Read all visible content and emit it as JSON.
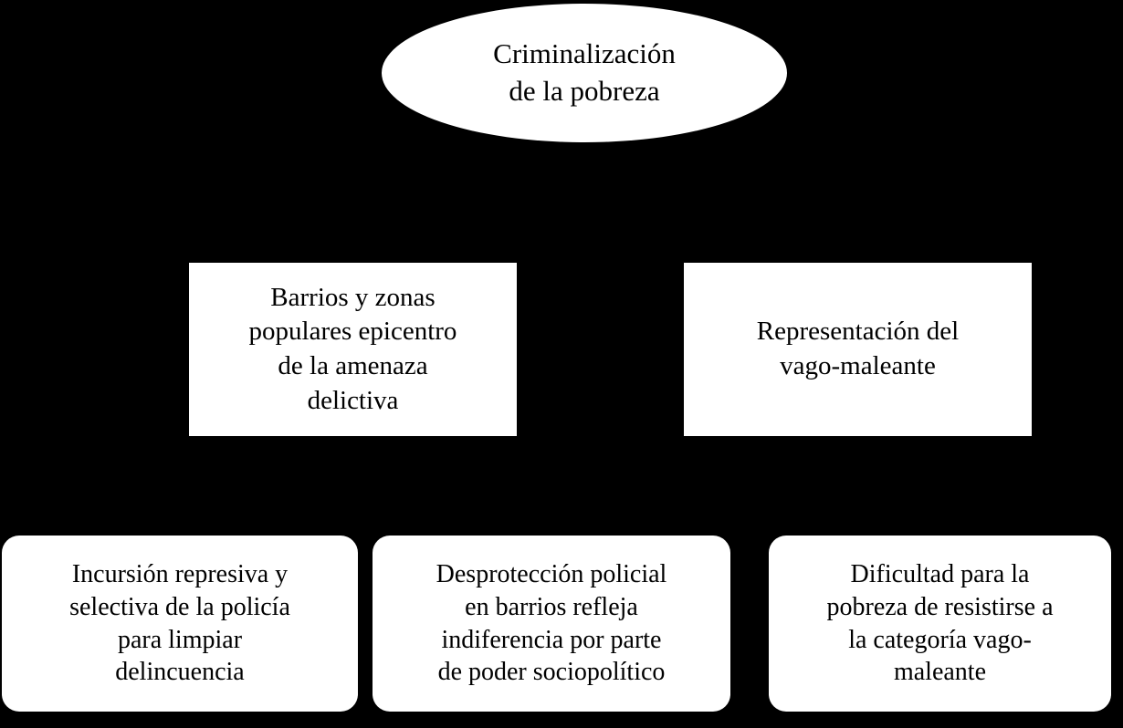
{
  "diagram": {
    "title": "Criminalización de la pobreza",
    "background_color": "#000000",
    "node_fill_color": "#ffffff",
    "text_color": "#000000",
    "levels": [
      {
        "level": 1,
        "nodes": [
          {
            "id": "root",
            "shape": "ellipse",
            "text": "Criminalización\nde la pobreza"
          }
        ]
      },
      {
        "level": 2,
        "nodes": [
          {
            "id": "barrios",
            "shape": "rectangle",
            "text": "Barrios y zonas\npopulares epicentro\nde la amenaza\ndelictiva"
          },
          {
            "id": "representacion",
            "shape": "rectangle",
            "text": "Representación del\nvago-maleante"
          }
        ]
      },
      {
        "level": 3,
        "nodes": [
          {
            "id": "incursion",
            "shape": "rounded-rectangle",
            "text": "Incursión represiva y\nselectiva de la policía\npara limpiar\ndelincuencia"
          },
          {
            "id": "desproteccion",
            "shape": "rounded-rectangle",
            "text": "Desprotección policial\nen barrios refleja\nindiferencia por parte\nde poder sociopolítico"
          },
          {
            "id": "dificultad",
            "shape": "rounded-rectangle",
            "text": "Dificultad para la\npobreza de resistirse a\nla categoría vago-\nmaleante"
          }
        ]
      }
    ],
    "connectors": [
      {
        "from": "root",
        "to": "barrios"
      },
      {
        "from": "root",
        "to": "representacion"
      },
      {
        "from": "barrios",
        "to": "incursion"
      },
      {
        "from": "barrios",
        "to": "desproteccion"
      },
      {
        "from": "representacion",
        "to": "dificultad"
      }
    ]
  }
}
